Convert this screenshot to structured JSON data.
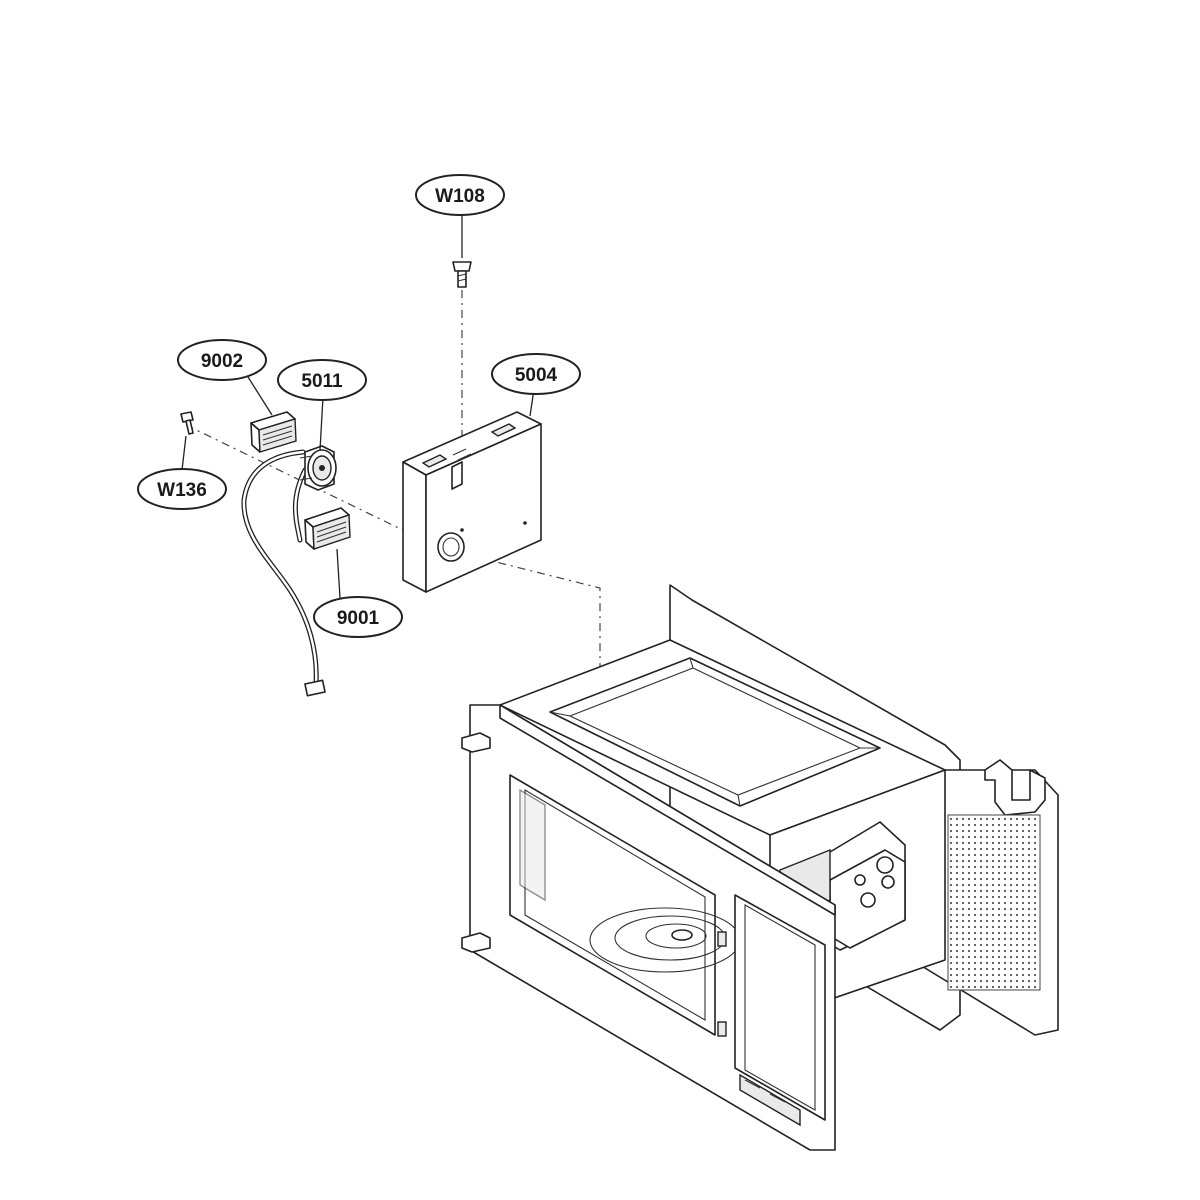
{
  "diagram": {
    "callouts": [
      {
        "id": "W108",
        "label": "W108"
      },
      {
        "id": "9002",
        "label": "9002"
      },
      {
        "id": "5011",
        "label": "5011"
      },
      {
        "id": "5004",
        "label": "5004"
      },
      {
        "id": "W136",
        "label": "W136"
      },
      {
        "id": "9001",
        "label": "9001"
      }
    ],
    "colors": {
      "line": "#222222",
      "background": "#ffffff",
      "shade": "#e9e9e9"
    }
  }
}
